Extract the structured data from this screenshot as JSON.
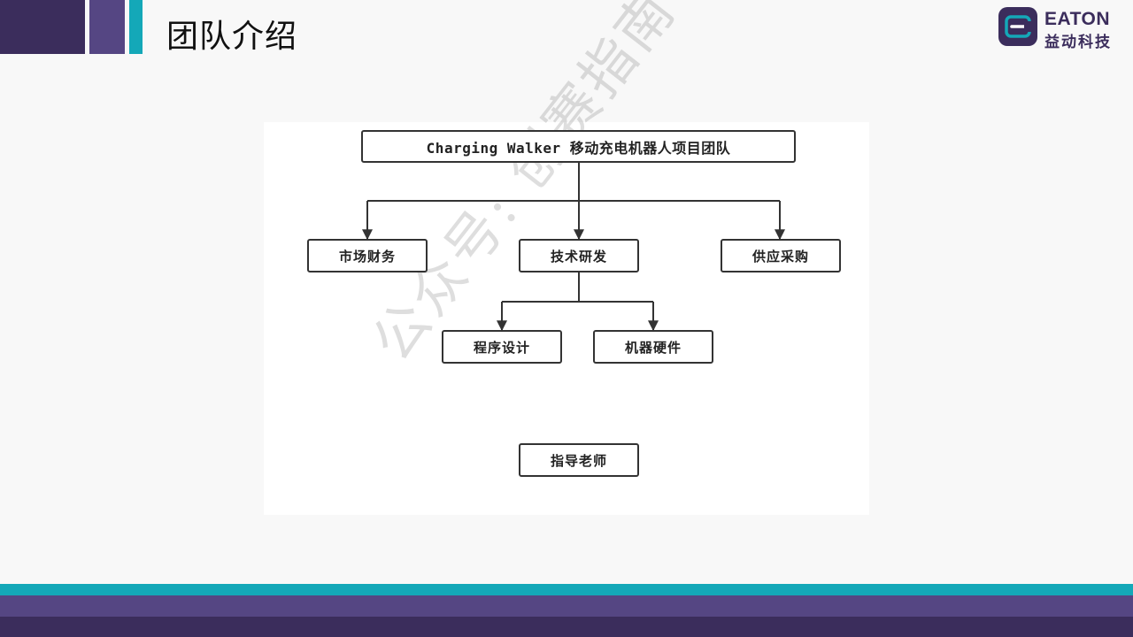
{
  "slide": {
    "title": "团队介绍"
  },
  "logo": {
    "name": "EATON",
    "subtitle": "益动科技"
  },
  "watermark": "公众号: 创赛指南",
  "org_chart": {
    "root": "Charging Walker 移动充电机器人项目团队",
    "departments": [
      "市场财务",
      "技术研发",
      "供应采购"
    ],
    "rnd_subgroups": [
      "程序设计",
      "机器硬件"
    ],
    "advisor": "指导老师"
  },
  "colors": {
    "dark_purple": "#3b2d5c",
    "mid_purple": "#554683",
    "teal": "#14a8b8"
  }
}
